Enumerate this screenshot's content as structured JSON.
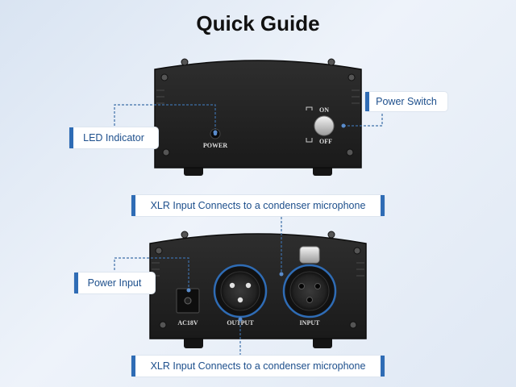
{
  "title": "Quick Guide",
  "callouts": {
    "power_switch": "Power Switch",
    "led_indicator": "LED Indicator",
    "xlr_input_top": "XLR Input  Connects to a condenser microphone",
    "power_input": "Power Input",
    "xlr_input_bottom": "XLR Input  Connects to a condenser microphone"
  },
  "front_panel": {
    "power_label": "POWER",
    "on_label": "ON",
    "off_label": "OFF"
  },
  "back_panel": {
    "ac_label": "AC18V",
    "output_label": "OUTPUT",
    "input_label": "INPUT"
  },
  "colors": {
    "accent": "#2f6cb5",
    "device": "#252525",
    "leader": "#3d6fa8"
  }
}
